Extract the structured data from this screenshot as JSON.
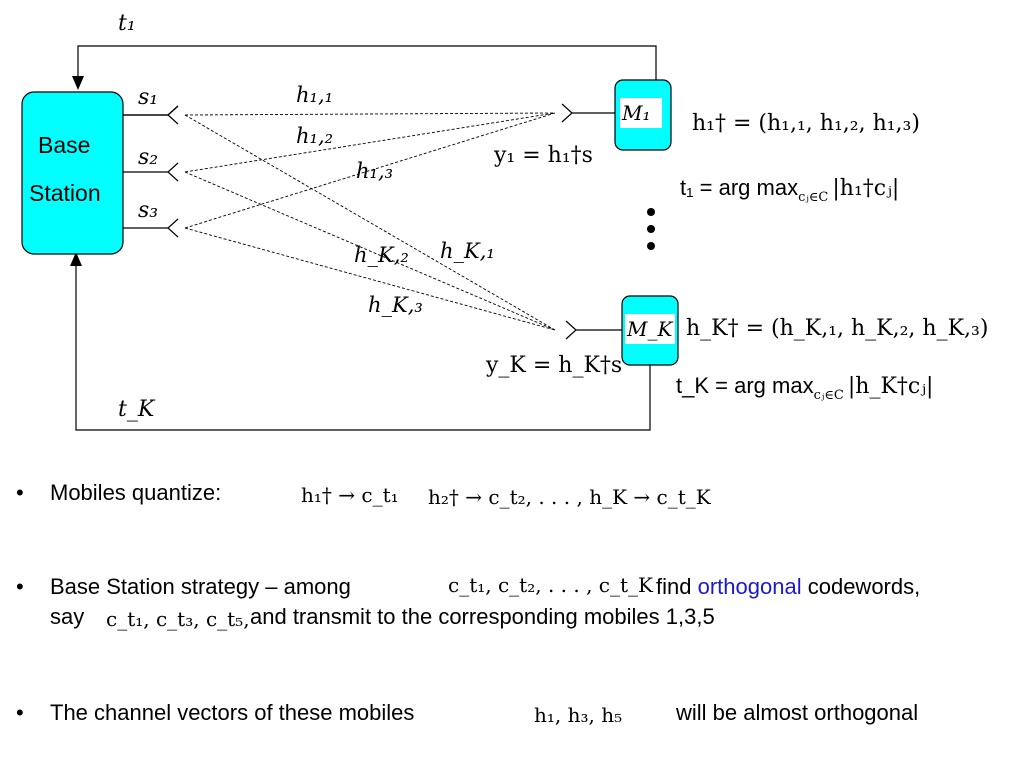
{
  "diagram": {
    "base_station_label_line1": "Base",
    "base_station_label_line2": "Station",
    "feedback_top": "t₁",
    "feedback_bottom": "t_K",
    "antenna_labels": [
      "s₁",
      "s₂",
      "s₃"
    ],
    "channel_labels_top": [
      "h₁,₁",
      "h₁,₂",
      "h₁,₃"
    ],
    "channel_labels_bottom": [
      "h_K,₂",
      "h_K,₁",
      "h_K,₃"
    ],
    "mobile_1": "M₁",
    "mobile_K": "M_K",
    "y1_eq": "y₁ = h₁†s",
    "yK_eq": "y_K = h_K†s",
    "h1_def": "h₁† = (h₁,₁, h₁,₂, h₁,₃)",
    "t1_def": "t₁ = arg max",
    "t1_sub": "cⱼ∈C",
    "t1_abs": "|h₁†cⱼ|",
    "hK_def": "h_K† = (h_K,₁, h_K,₂, h_K,₃)",
    "tK_def": "t_K = arg max",
    "tK_sub": "cⱼ∈C",
    "tK_abs": "|h_K†cⱼ|",
    "colors": {
      "node_fill": "#00ffff",
      "link": "#000000"
    }
  },
  "bullets": {
    "b1_text": "Mobiles quantize:",
    "b1_math1": "h₁† → c_t₁",
    "b1_math2": "h₂† → c_t₂, . . . , h_K → c_t_K",
    "b2_text_a": "Base Station strategy – among",
    "b2_math1": "c_t₁, c_t₂, . . . , c_t_K",
    "b2_text_b": "find",
    "b2_text_blue": "orthogonal",
    "b2_text_c": "codewords,",
    "b2_text_d": "say",
    "b2_math2": "c_t₁, c_t₃, c_t₅,",
    "b2_text_e": "and transmit to the corresponding mobiles 1,3,5",
    "b3_text_a": "The channel vectors of these mobiles",
    "b3_math": "h₁, h₃, h₅",
    "b3_text_b": "will be almost orthogonal",
    "bullet_glyph": "•"
  }
}
